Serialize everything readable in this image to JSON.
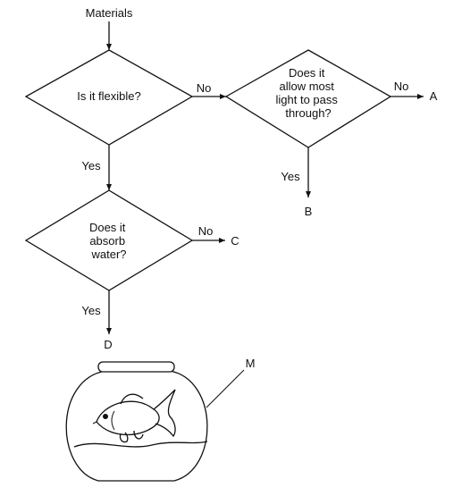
{
  "flowchart": {
    "start_label": "Materials",
    "decision1": {
      "lines": [
        "Is it flexible?"
      ]
    },
    "decision2": {
      "lines": [
        "Does it",
        "allow most",
        "light to pass",
        "through?"
      ]
    },
    "decision3": {
      "lines": [
        "Does it",
        "absorb",
        "water?"
      ]
    },
    "edges": {
      "d1_no": "No",
      "d1_yes": "Yes",
      "d2_no": "No",
      "d2_yes": "Yes",
      "d3_no": "No",
      "d3_yes": "Yes"
    },
    "outcomes": {
      "a": "A",
      "b": "B",
      "c": "C",
      "d": "D"
    }
  },
  "illustration": {
    "label": "M",
    "depicts": "goldfish-bowl"
  }
}
